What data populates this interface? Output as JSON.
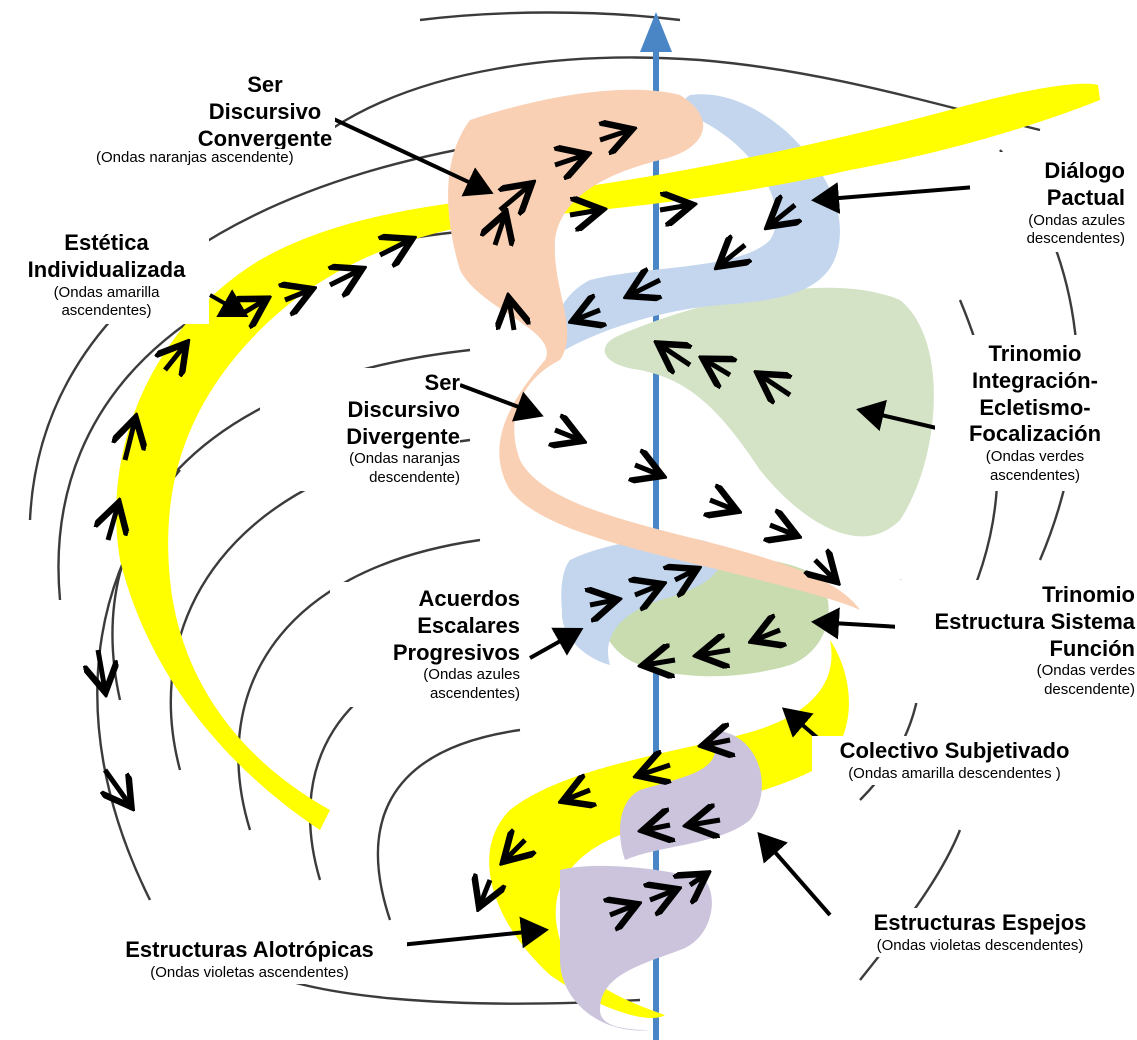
{
  "colors": {
    "yellow": "#ffff00",
    "orange": "#f9d0b4",
    "blue": "#c3d6ee",
    "green": "#d4e2c6",
    "violet": "#cbc4dc",
    "axis": "#4a86c5",
    "arrow": "#000000",
    "sketch": "#1a1a1a"
  },
  "labels": {
    "convergente": {
      "title_1": "Ser Discursivo",
      "title_2": "Convergente",
      "sub_1": "(Ondas naranjas ascendente)"
    },
    "dialogo": {
      "title_1": "Diálogo",
      "title_2": "Pactual",
      "sub_1": "(Ondas azules",
      "sub_2": "descendentes)"
    },
    "estetica": {
      "title_1": "Estética",
      "title_2": "Individualizada",
      "sub_1": "(Ondas  amarilla",
      "sub_2": "ascendentes)"
    },
    "trinomio_integracion": {
      "title_1": "Trinomio",
      "title_2": "Integración-",
      "title_3": "Ecletismo-",
      "title_4": "Focalización",
      "sub_1": "(Ondas verdes",
      "sub_2": "ascendentes)"
    },
    "divergente": {
      "title_1": "Ser",
      "title_2": "Discursivo",
      "title_3": "Divergente",
      "sub_1": "(Ondas naranjas",
      "sub_2": "descendente)"
    },
    "acuerdos": {
      "title_1": "Acuerdos",
      "title_2": "Escalares",
      "title_3": "Progresivos",
      "sub_1": "(Ondas azules",
      "sub_2": "ascendentes)"
    },
    "trinomio_estructura": {
      "title_1": "Trinomio",
      "title_2": "Estructura Sistema",
      "title_3": "Función",
      "sub_1": "(Ondas verdes",
      "sub_2": "descendente)"
    },
    "colectivo": {
      "title_1": "Colectivo Subjetivado",
      "sub_1": "(Ondas amarilla descendentes )"
    },
    "espejos": {
      "title_1": "Estructuras Espejos",
      "sub_1": "(Ondas violetas descendentes)"
    },
    "alotropicas": {
      "title_1": "Estructuras Alotrópicas",
      "sub_1": "(Ondas violetas  ascendentes)"
    }
  }
}
